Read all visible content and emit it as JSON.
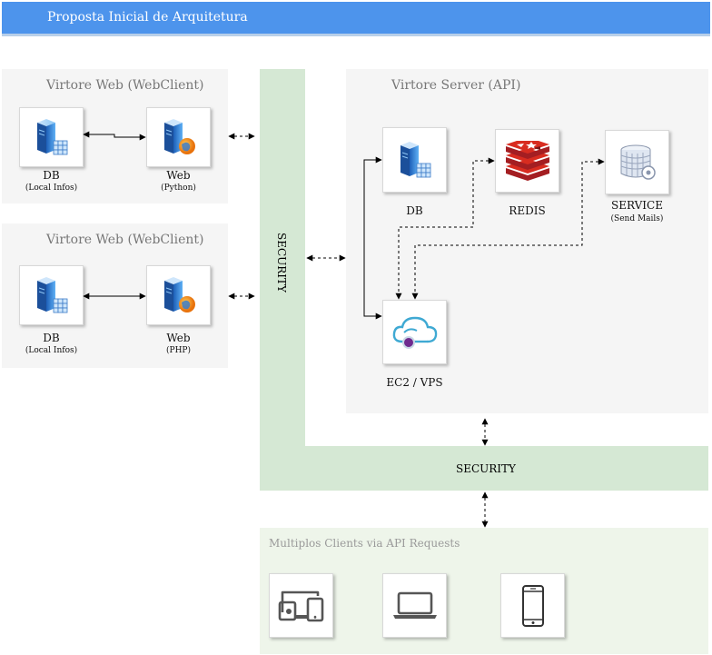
{
  "header": {
    "title": "Proposta Inicial de Arquitetura"
  },
  "webclient_python": {
    "title": "Virtore Web (WebClient)",
    "db_label": "DB",
    "db_sub": "(Local Infos)",
    "web_label": "Web",
    "web_sub": "(Python)"
  },
  "webclient_php": {
    "title": "Virtore Web (WebClient)",
    "db_label": "DB",
    "db_sub": "(Local Infos)",
    "web_label": "Web",
    "web_sub": "(PHP)"
  },
  "security": {
    "vertical_label": "SECURITY",
    "horizontal_label": "SECURITY"
  },
  "server": {
    "title": "Virtore Server (API)",
    "db_label": "DB",
    "redis_label": "REDIS",
    "service_label": "SERVICE",
    "service_sub": "(Send Mails)",
    "ec2_label": "EC2 / VPS"
  },
  "clients": {
    "title": "Multiplos Clients via API Requests",
    "items": [
      "devices-icon",
      "laptop-icon",
      "smartphone-icon"
    ]
  },
  "icons": {
    "db": "database-server-icon",
    "web": "web-server-icon",
    "redis": "redis-icon",
    "service": "service-server-icon",
    "ec2": "cloud-compute-icon"
  },
  "colors": {
    "header": "#4d94ec",
    "security": "#d5e8d4",
    "clients_bg": "#eef5ea",
    "panel": "#f5f5f5",
    "redis": "#c8202a",
    "cloud": "#3fa9d3",
    "cloud_dot": "#6f2b8f"
  }
}
